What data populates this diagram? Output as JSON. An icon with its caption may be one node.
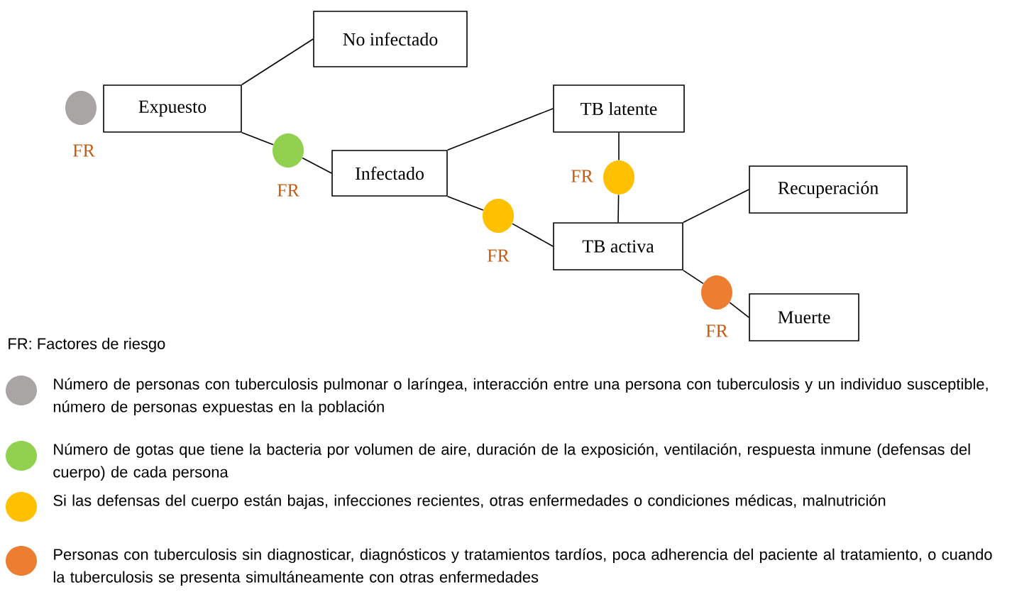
{
  "diagram": {
    "nodes": [
      {
        "text": [
          "No infectado"
        ]
      },
      {
        "text": [],
        "shape": "circle",
        "beside": [
          "FR"
        ]
      },
      {
        "text": [
          "Expuesto"
        ]
      },
      {
        "text": [
          "TB latente"
        ]
      },
      {
        "text": [],
        "shape": "circle",
        "beside": [
          "FR"
        ]
      },
      {
        "text": [
          "Infectado"
        ]
      },
      {
        "text": [],
        "shape": "circle",
        "beside": [
          "FR"
        ]
      },
      {
        "text": [
          "Recuperación"
        ]
      },
      {
        "text": [],
        "shape": "circle",
        "beside": [
          "FR"
        ]
      },
      {
        "text": [
          "TB activa"
        ]
      },
      {
        "text": [],
        "shape": "circle",
        "beside": [
          "FR"
        ]
      },
      {
        "text": [
          "Muerte"
        ]
      }
    ],
    "edges": [
      {
        "from": 2,
        "to": 0,
        "arrow": "none"
      },
      {
        "from": 2,
        "to": 4,
        "arrow": "none"
      },
      {
        "from": 4,
        "to": 5,
        "arrow": "none"
      },
      {
        "from": 5,
        "to": 3,
        "arrow": "none"
      },
      {
        "from": 5,
        "to": 8,
        "arrow": "none"
      },
      {
        "from": 8,
        "to": 9,
        "arrow": "none"
      },
      {
        "from": 3,
        "to": 6,
        "arrow": "none"
      },
      {
        "from": 6,
        "to": 9,
        "arrow": "none"
      },
      {
        "from": 9,
        "to": 7,
        "arrow": "none"
      },
      {
        "from": 9,
        "to": 10,
        "arrow": "none"
      },
      {
        "from": 10,
        "to": 11,
        "arrow": "none"
      }
    ],
    "labels": [
      "FR: Factores de riesgo"
    ],
    "legend": [
      {
        "text": "Número de personas con tuberculosis pulmonar o laríngea, interacción entre una persona con tuberculosis y un individuo susceptible, número de personas expuestas en la población",
        "color": "#a9a5a5"
      },
      {
        "text": "Número de gotas que tiene la bacteria por volumen de aire, duración de la exposición, ventilación, respuesta inmune (defensas del cuerpo) de cada persona",
        "color": "#92d050"
      },
      {
        "text": "Si las defensas del cuerpo están bajas, infecciones recientes, otras enfermedades o condiciones médicas, malnutrición",
        "color": "#ffc000"
      },
      {
        "text": "Personas con tuberculosis sin diagnosticar, diagnósticos y tratamientos tardíos, poca adherencia del paciente al tratamiento, o cuando la tuberculosis se presenta simultáneamente con otras enfermedades",
        "color": "#ed7d31"
      }
    ]
  }
}
